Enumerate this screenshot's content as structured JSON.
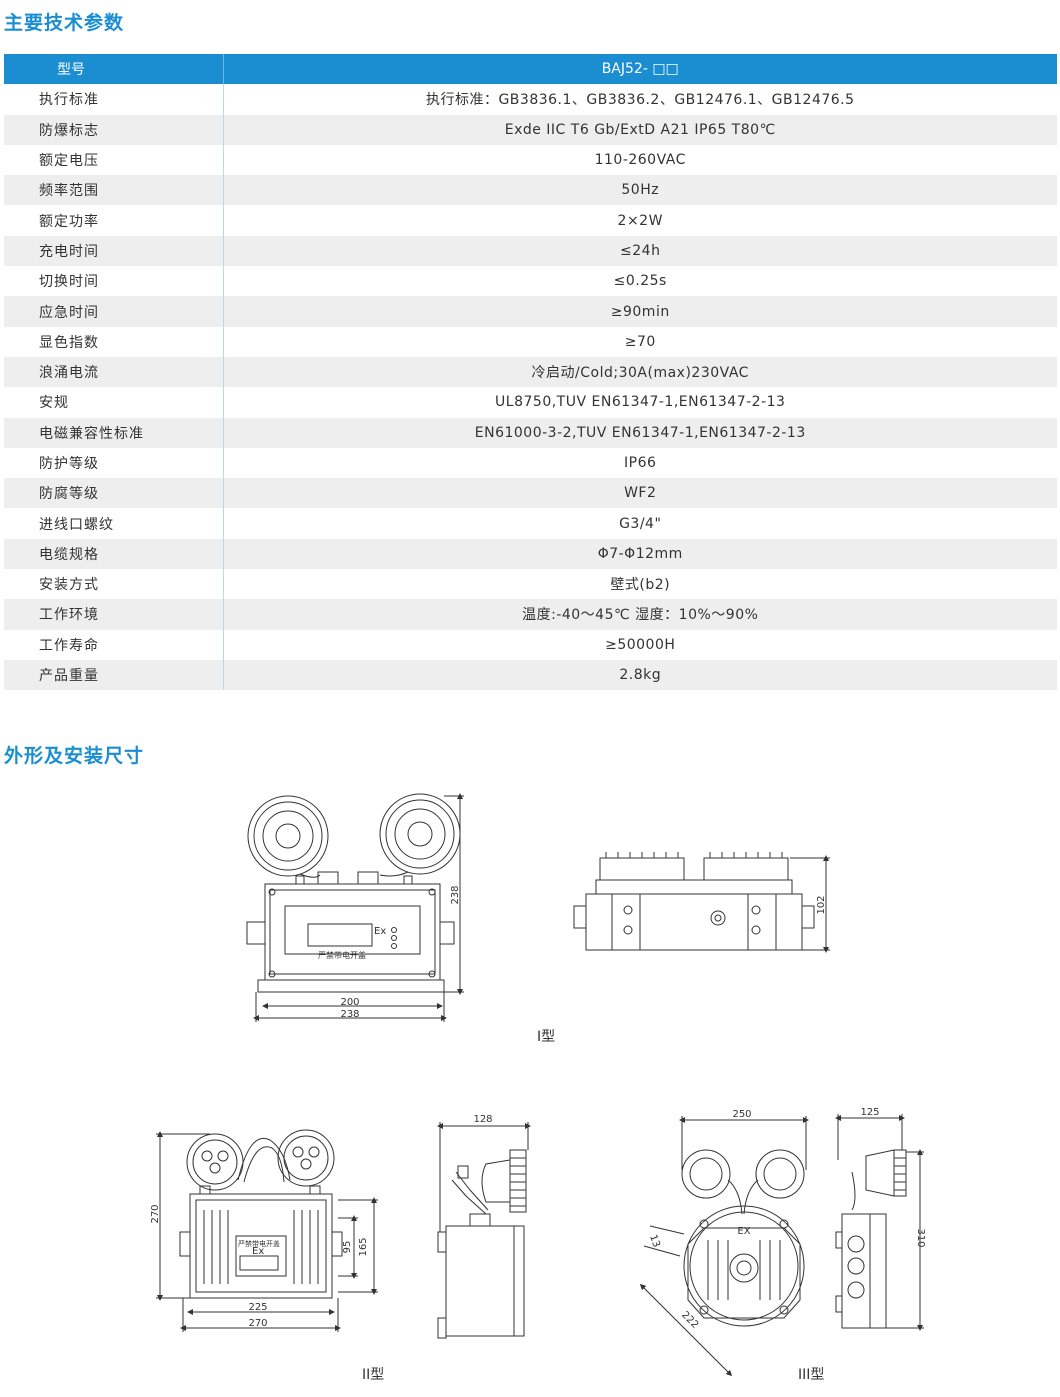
{
  "sections": {
    "specs_title": "主要技术参数",
    "dims_title": "外形及安装尺寸"
  },
  "table": {
    "header": {
      "label": "型号",
      "value": "BAJ52- □□"
    },
    "rows": [
      {
        "label": "执行标准",
        "value": "执行标准：GB3836.1、GB3836.2、GB12476.1、GB12476.5"
      },
      {
        "label": "防爆标志",
        "value": "Exde IIC T6 Gb/ExtD A21 IP65 T80℃"
      },
      {
        "label": "额定电压",
        "value": "110-260VAC"
      },
      {
        "label": "频率范围",
        "value": "50Hz"
      },
      {
        "label": "额定功率",
        "value": "2×2W"
      },
      {
        "label": "充电时间",
        "value": "≤24h"
      },
      {
        "label": "切换时间",
        "value": "≤0.25s"
      },
      {
        "label": "应急时间",
        "value": "≥90min"
      },
      {
        "label": "显色指数",
        "value": "≥70"
      },
      {
        "label": "浪涌电流",
        "value": "冷启动/Cold;30A(max)230VAC"
      },
      {
        "label": "安规",
        "value": "UL8750,TUV EN61347-1,EN61347-2-13"
      },
      {
        "label": "电磁兼容性标准",
        "value": "EN61000-3-2,TUV EN61347-1,EN61347-2-13"
      },
      {
        "label": "防护等级",
        "value": "IP66"
      },
      {
        "label": "防腐等级",
        "value": "WF2"
      },
      {
        "label": "进线口螺纹",
        "value": "G3/4\""
      },
      {
        "label": "电缆规格",
        "value": "Φ7-Φ12mm"
      },
      {
        "label": "安装方式",
        "value": "壁式(b2)"
      },
      {
        "label": "工作环境",
        "value": "温度:-40～45℃ 湿度：10%～90%"
      },
      {
        "label": "工作寿命",
        "value": "≥50000H"
      },
      {
        "label": "产品重量",
        "value": "2.8kg"
      }
    ]
  },
  "drawings": {
    "type1": {
      "caption": "I型",
      "dim_200": "200",
      "dim_238w": "238",
      "dim_238h": "238",
      "dim_102": "102",
      "ex_label": "Ex",
      "warning": "严禁带电开盖"
    },
    "type2": {
      "caption": "II型",
      "dim_270h": "270",
      "dim_225": "225",
      "dim_270w": "270",
      "dim_95": "95",
      "dim_165": "165",
      "dim_128": "128",
      "ex_label": "Ex",
      "warning": "严禁带电开盖"
    },
    "type3": {
      "caption": "III型",
      "dim_250": "250",
      "dim_125": "125",
      "dim_310": "310",
      "dim_222": "222",
      "dim_13": "13",
      "ex_label": "EX"
    }
  }
}
